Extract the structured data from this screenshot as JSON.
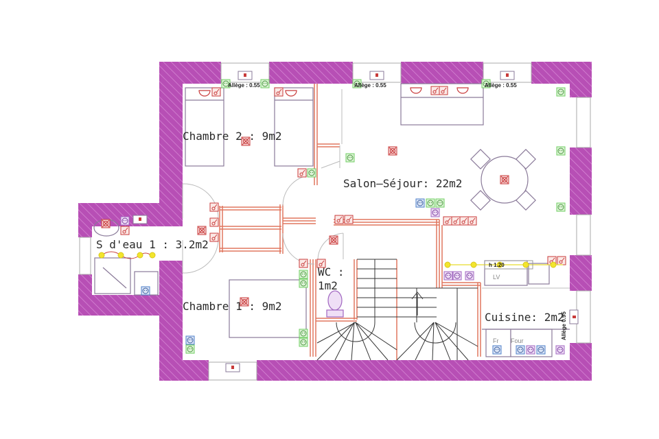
{
  "plan": {
    "type": "floor-plan",
    "colors": {
      "wall": "#b74fb5",
      "wall_hatch": "#d88ad6",
      "partition": "#e0765e",
      "furniture": "#8a7a99",
      "outlet_green": "#6fcf62",
      "outlet_blue": "#4c7fc9",
      "outlet_purple": "#a066c0",
      "switch": "#c83a3a",
      "light": "#e8dc2a"
    },
    "rooms": [
      {
        "id": "chambre2",
        "label": "Chambre 2 : 9m2"
      },
      {
        "id": "salon",
        "label": "Salon–Séjour: 22m2"
      },
      {
        "id": "sdeau",
        "label": "S d'eau 1 : 3.2m2"
      },
      {
        "id": "chambre1",
        "label": "Chambre 1 : 9m2"
      },
      {
        "id": "wc",
        "label_line1": "WC :",
        "label_line2": "1m2"
      },
      {
        "id": "cuisine",
        "label": "Cuisine: 2m2"
      }
    ],
    "allege_labels": [
      {
        "label": "Allège : 0.55"
      },
      {
        "label": "Allège : 0.55"
      },
      {
        "label": "Allège : 0.55"
      },
      {
        "label": "Allège 0.95"
      }
    ],
    "kitchen_labels": {
      "sink": "LV",
      "fridge": "Fr",
      "oven": "Four",
      "height": "h  1.20"
    },
    "stairs_arrow": "up"
  }
}
